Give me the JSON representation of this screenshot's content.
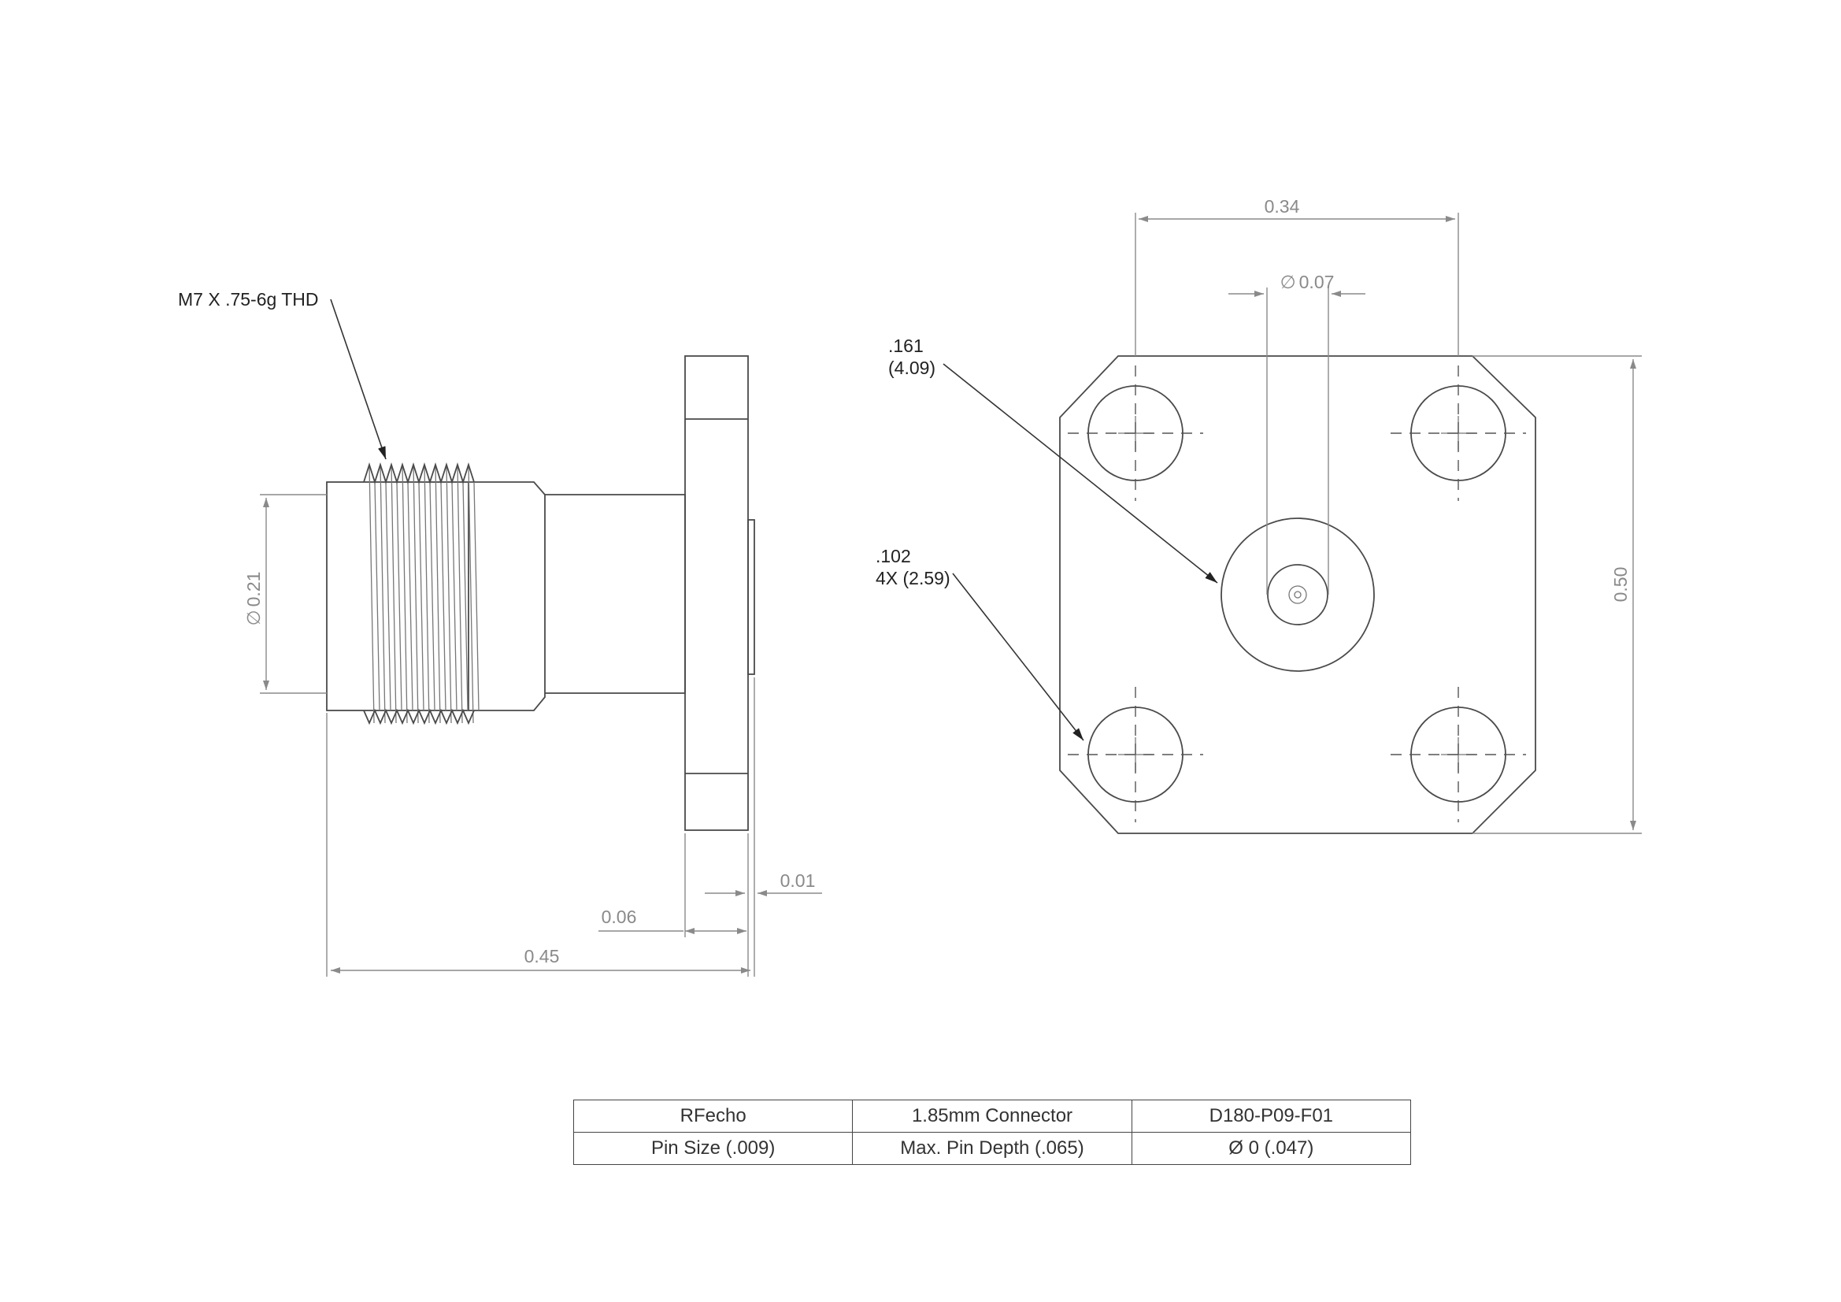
{
  "notes": {
    "thread": "M7 X .75-6g THD",
    "center_dia_in": ".161",
    "center_dia_mm": "(4.09)",
    "hole_dia_in": ".102",
    "hole_dia_mm": "4X (2.59)"
  },
  "dimensions": {
    "body_diameter": "0.21",
    "overall_length": "0.45",
    "flange_thickness": "0.06",
    "step": "0.01",
    "hole_spacing": "0.34",
    "pin_diameter": "0.07",
    "flange_height": "0.50",
    "diameter_symbol": "∅"
  },
  "title_block": {
    "rows": [
      [
        "RFecho",
        "1.85mm Connector",
        "D180-P09-F01"
      ],
      [
        "Pin Size (.009)",
        "Max. Pin Depth (.065)",
        "Ø 0 (.047)"
      ]
    ]
  }
}
